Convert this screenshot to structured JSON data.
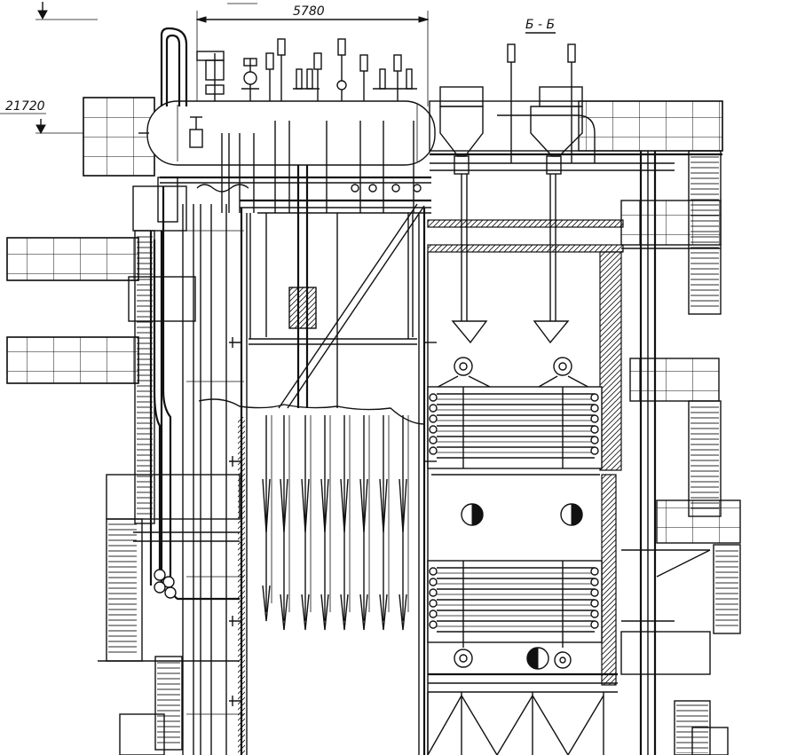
{
  "dimensions": {
    "width_label": "5780",
    "elevation_label": "21720"
  },
  "section_label": "Б - Б"
}
